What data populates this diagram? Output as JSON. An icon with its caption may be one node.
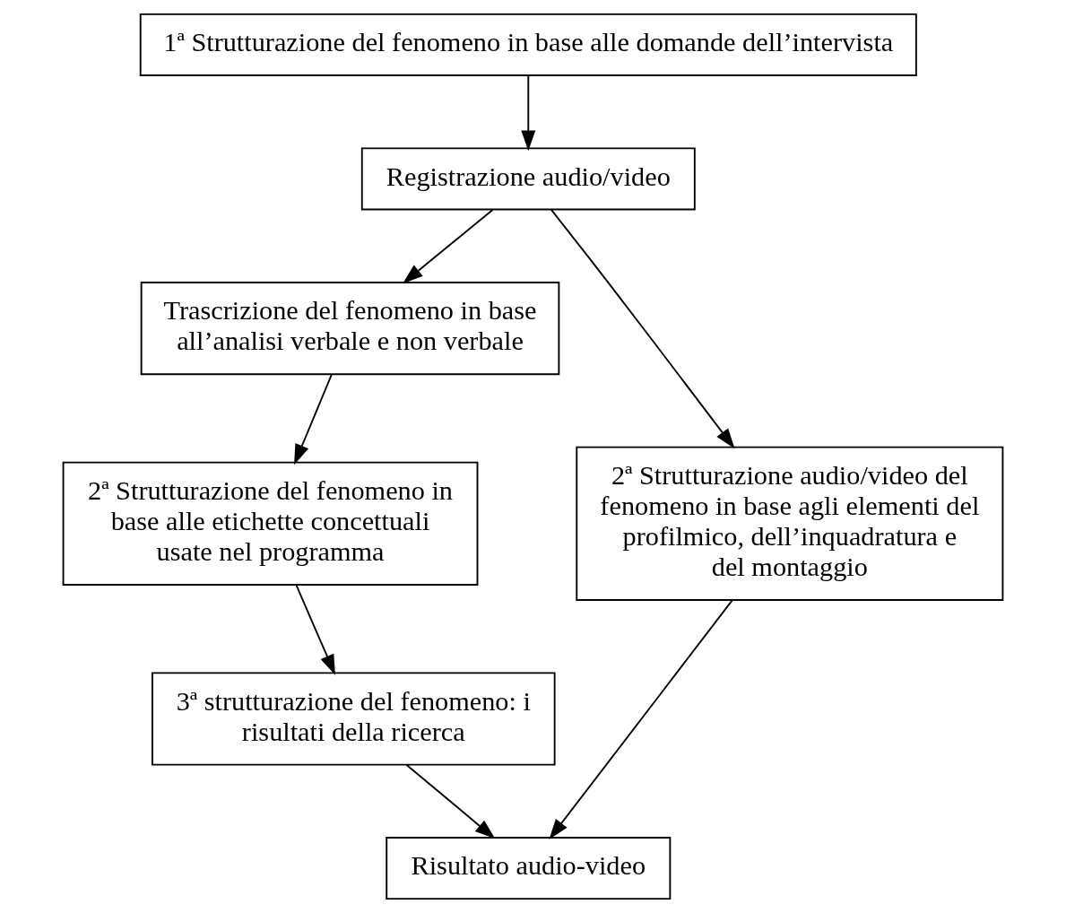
{
  "diagram": {
    "nodes": [
      {
        "text": [
          "1ª Strutturazione del fenomeno in base alle domande dell’intervista"
        ]
      },
      {
        "text": [
          "Registrazione audio/video"
        ]
      },
      {
        "text": [
          "Trascrizione del fenomeno in base all’analisi verbale e non verbale"
        ]
      },
      {
        "text": [
          "2ª Strutturazione audio/video del fenomeno in base agli elementi del profilmico, dell’inquadratura e del montaggio"
        ]
      },
      {
        "text": [
          "2ª Strutturazione del fenomeno in base alle etichette concettuali usate nel programma"
        ]
      },
      {
        "text": [
          "3ª strutturazione del fenomeno: i risultati della ricerca"
        ]
      },
      {
        "text": [
          "Risultato audio-video"
        ]
      }
    ],
    "edges": [
      {
        "from": 0,
        "to": 1,
        "arrow": "to"
      },
      {
        "from": 1,
        "to": 3,
        "arrow": "to"
      },
      {
        "from": 1,
        "to": 2,
        "arrow": "to"
      },
      {
        "from": 2,
        "to": 4,
        "arrow": "to"
      },
      {
        "from": 4,
        "to": 5,
        "arrow": "to"
      },
      {
        "from": 3,
        "to": 6,
        "arrow": "to"
      },
      {
        "from": 5,
        "to": 6,
        "arrow": "to"
      }
    ]
  }
}
